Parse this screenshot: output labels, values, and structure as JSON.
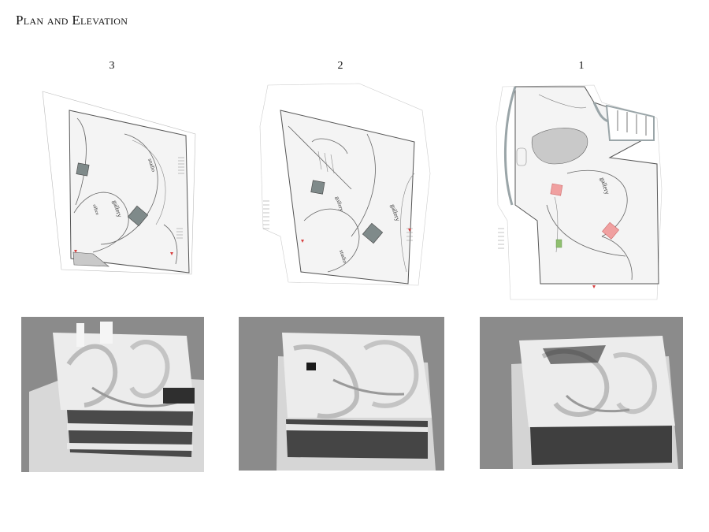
{
  "page": {
    "title": "Plan and Elevation"
  },
  "levels": [
    {
      "number": "3",
      "labels": {
        "gallery": "gallery",
        "office": "office",
        "studio": "studio"
      }
    },
    {
      "number": "2",
      "labels": {
        "gallery_a": "gallery",
        "gallery_b": "gallery",
        "studio": "studio"
      }
    },
    {
      "number": "1",
      "labels": {
        "gallery": "gallery"
      }
    }
  ],
  "colors": {
    "wall": "#555555",
    "floor": "#f4f4f4",
    "void": "#7f8a8a",
    "entry_red": "#d84040",
    "highlight_pink": "#f0a0a0",
    "landscape_green": "#8fbf6f",
    "core_gray": "#c9c9c9",
    "photo_bg": "#8b8b8b"
  }
}
